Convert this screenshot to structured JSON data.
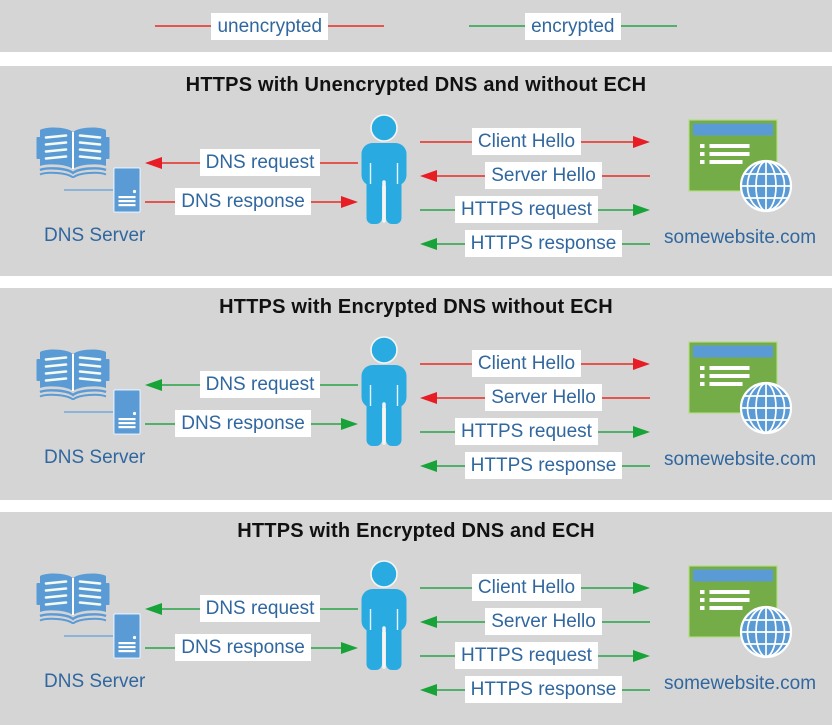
{
  "colors": {
    "panel_bg": "#d5d5d5",
    "label_bg": "#ffffff",
    "label_text": "#31679f",
    "title_text": "#111111",
    "red_head": "#e81c25",
    "red_line": "#e2564f",
    "green_head": "#17a338",
    "green_line": "#53b06a",
    "person_blue": "#29abe2",
    "icon_blue": "#5b9bd5",
    "site_green": "#74ac47",
    "site_border": "#c0dd9e",
    "connector": "#8cb4d8"
  },
  "legend": {
    "items": [
      {
        "label": "unencrypted",
        "color": "red"
      },
      {
        "label": "encrypted",
        "color": "green"
      }
    ]
  },
  "panels": [
    {
      "title": "HTTPS with Unencrypted DNS and without ECH",
      "dns_server_label": "DNS Server",
      "website_label": "somewebsite.com",
      "dns_arrows": [
        {
          "label": "DNS request",
          "direction": "left",
          "encryption": "red"
        },
        {
          "label": "DNS response",
          "direction": "right",
          "encryption": "red"
        }
      ],
      "https_arrows": [
        {
          "label": "Client Hello",
          "direction": "right",
          "encryption": "red"
        },
        {
          "label": "Server Hello",
          "direction": "left",
          "encryption": "red"
        },
        {
          "label": "HTTPS request",
          "direction": "right",
          "encryption": "green"
        },
        {
          "label": "HTTPS response",
          "direction": "left",
          "encryption": "green"
        }
      ]
    },
    {
      "title": "HTTPS with Encrypted DNS without ECH",
      "dns_server_label": "DNS Server",
      "website_label": "somewebsite.com",
      "dns_arrows": [
        {
          "label": "DNS request",
          "direction": "left",
          "encryption": "green"
        },
        {
          "label": "DNS response",
          "direction": "right",
          "encryption": "green"
        }
      ],
      "https_arrows": [
        {
          "label": "Client Hello",
          "direction": "right",
          "encryption": "red"
        },
        {
          "label": "Server Hello",
          "direction": "left",
          "encryption": "red"
        },
        {
          "label": "HTTPS request",
          "direction": "right",
          "encryption": "green"
        },
        {
          "label": "HTTPS response",
          "direction": "left",
          "encryption": "green"
        }
      ]
    },
    {
      "title": "HTTPS with Encrypted DNS and ECH",
      "dns_server_label": "DNS Server",
      "website_label": "somewebsite.com",
      "dns_arrows": [
        {
          "label": "DNS request",
          "direction": "left",
          "encryption": "green"
        },
        {
          "label": "DNS response",
          "direction": "right",
          "encryption": "green"
        }
      ],
      "https_arrows": [
        {
          "label": "Client Hello",
          "direction": "right",
          "encryption": "green"
        },
        {
          "label": "Server Hello",
          "direction": "left",
          "encryption": "green"
        },
        {
          "label": "HTTPS request",
          "direction": "right",
          "encryption": "green"
        },
        {
          "label": "HTTPS response",
          "direction": "left",
          "encryption": "green"
        }
      ]
    }
  ]
}
